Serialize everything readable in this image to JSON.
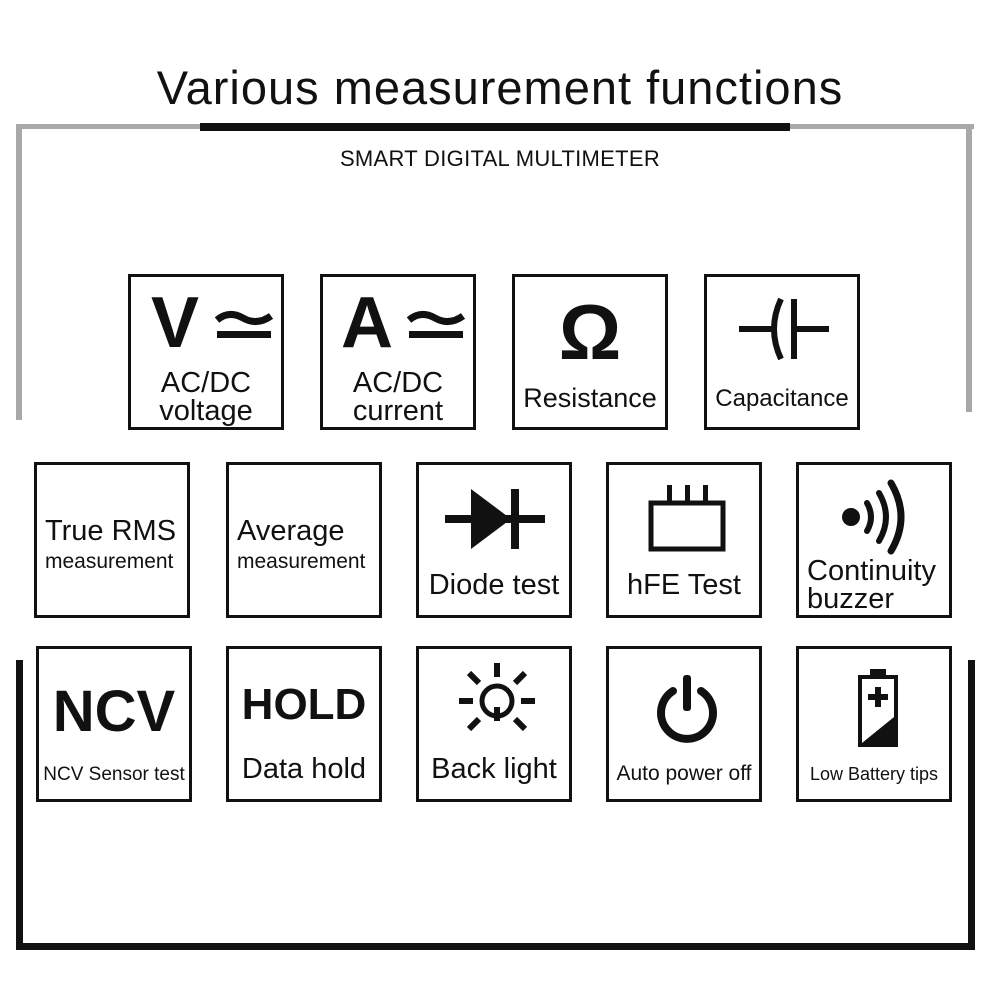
{
  "header": {
    "title": "Various measurement functions",
    "subtitle": "SMART DIGITAL MULTIMETER"
  },
  "colors": {
    "ink": "#111111",
    "frame_light": "#a8a8a8",
    "frame_dark": "#111111",
    "background": "#ffffff"
  },
  "tiles": {
    "ac_dc_voltage": {
      "symbol": "V",
      "icon": "ac-dc-wave-icon",
      "line1": "AC/DC",
      "line2": "voltage"
    },
    "ac_dc_current": {
      "symbol": "A",
      "icon": "ac-dc-wave-icon",
      "line1": "AC/DC",
      "line2": "current"
    },
    "resistance": {
      "symbol": "Ω",
      "label": "Resistance"
    },
    "capacitance": {
      "icon": "capacitor-icon",
      "label": "Capacitance"
    },
    "true_rms": {
      "line1": "True RMS",
      "line2": "measurement"
    },
    "average": {
      "line1": "Average",
      "line2": "measurement"
    },
    "diode": {
      "icon": "diode-icon",
      "label": "Diode test"
    },
    "hfe": {
      "icon": "transistor-socket-icon",
      "label": "hFE Test"
    },
    "continuity": {
      "icon": "sound-waves-icon",
      "line1": "Continuity",
      "line2": "buzzer"
    },
    "ncv": {
      "symbol": "NCV",
      "label": "NCV Sensor test"
    },
    "hold": {
      "symbol": "HOLD",
      "label": "Data hold"
    },
    "backlight": {
      "icon": "sun-bulb-icon",
      "label": "Back light"
    },
    "auto_power_off": {
      "icon": "power-icon",
      "label": "Auto power off"
    },
    "low_battery": {
      "icon": "battery-icon",
      "label": "Low Battery tips"
    }
  }
}
